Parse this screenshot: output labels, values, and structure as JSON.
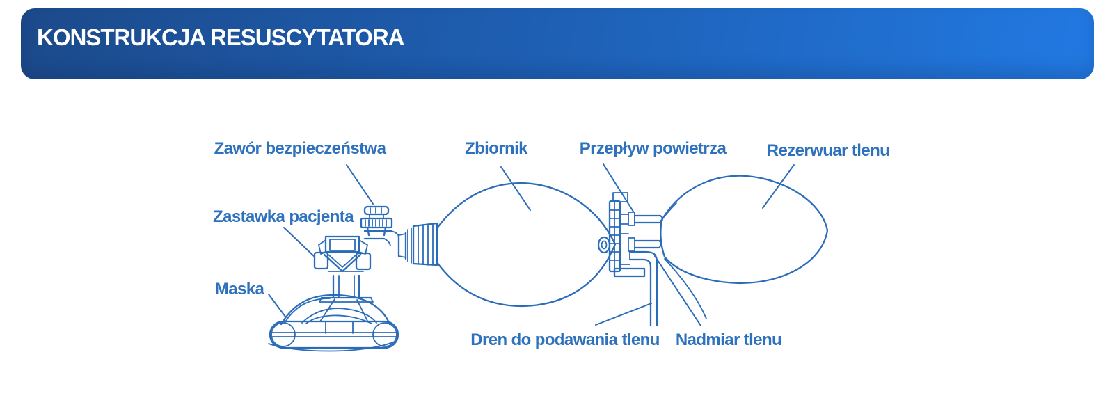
{
  "header": {
    "title": "KONSTRUKCJA RESUSCYTATORA"
  },
  "colors": {
    "banner_left": "#1c4a8b",
    "banner_mid": "#1e5fb3",
    "banner_right": "#2279e2",
    "label": "#2e71bd",
    "line": "#2b6cb9",
    "title": "#ffffff"
  },
  "diagram": {
    "labels": {
      "safety_valve": "Zawór bezpieczeństwa",
      "patient_valve": "Zastawka pacjenta",
      "mask": "Maska",
      "bag": "Zbiornik",
      "air_flow": "Przepływ powietrza",
      "oxygen_reservoir": "Rezerwuar tlenu",
      "oxygen_tube": "Dren do podawania tlenu",
      "excess_oxygen": "Nadmiar tlenu"
    }
  }
}
